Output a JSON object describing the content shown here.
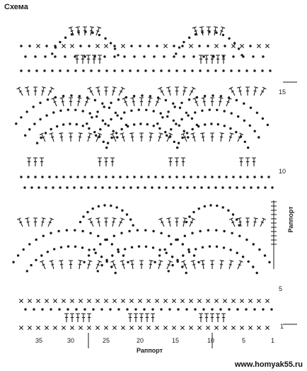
{
  "title": "Схема",
  "x_axis_label": "Раппорт",
  "y_axis_label": "Раппорт",
  "stitch_columns": [
    "35",
    "30",
    "25",
    "20",
    "15",
    "10",
    "5",
    "1"
  ],
  "row_numbers": [
    "15",
    "10",
    "5",
    "1"
  ],
  "watermark": "www.homyak55.ru",
  "colors": {
    "ink": "#1a1a1a",
    "background": "#ffffff"
  },
  "symbols": {
    "chain": "dot",
    "single_crochet": "cross",
    "double_crochet": "t-with-bar"
  }
}
